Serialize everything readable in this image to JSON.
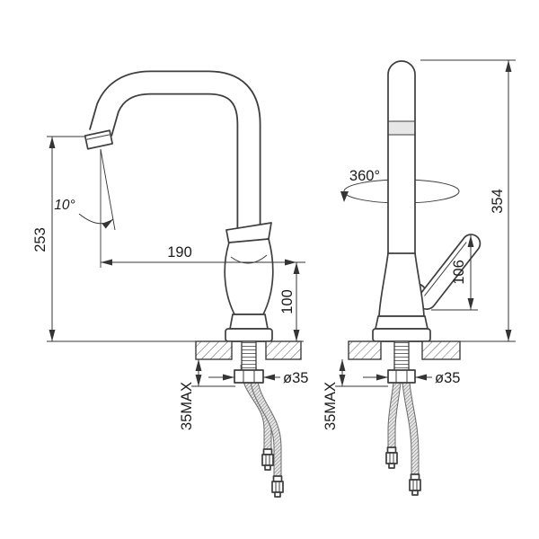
{
  "page": {
    "background": "#ffffff",
    "line_color": "#3e3e3e"
  },
  "diagram": {
    "type": "technical-drawing",
    "subject": "single-lever kitchen sink mixer faucet, installation dimensions",
    "views": {
      "front": {
        "name": "front-view",
        "dimensions": {
          "spout_height": "253",
          "spout_angle": "10°",
          "spout_reach": "190",
          "body_height": "100",
          "max_mount": "35MAX",
          "hole_dia": "ø35"
        }
      },
      "side": {
        "name": "side-view",
        "dimensions": {
          "swivel": "360°",
          "total_height": "354",
          "handle_height": "106",
          "max_mount": "35MAX",
          "hole_dia": "ø35"
        }
      }
    }
  }
}
